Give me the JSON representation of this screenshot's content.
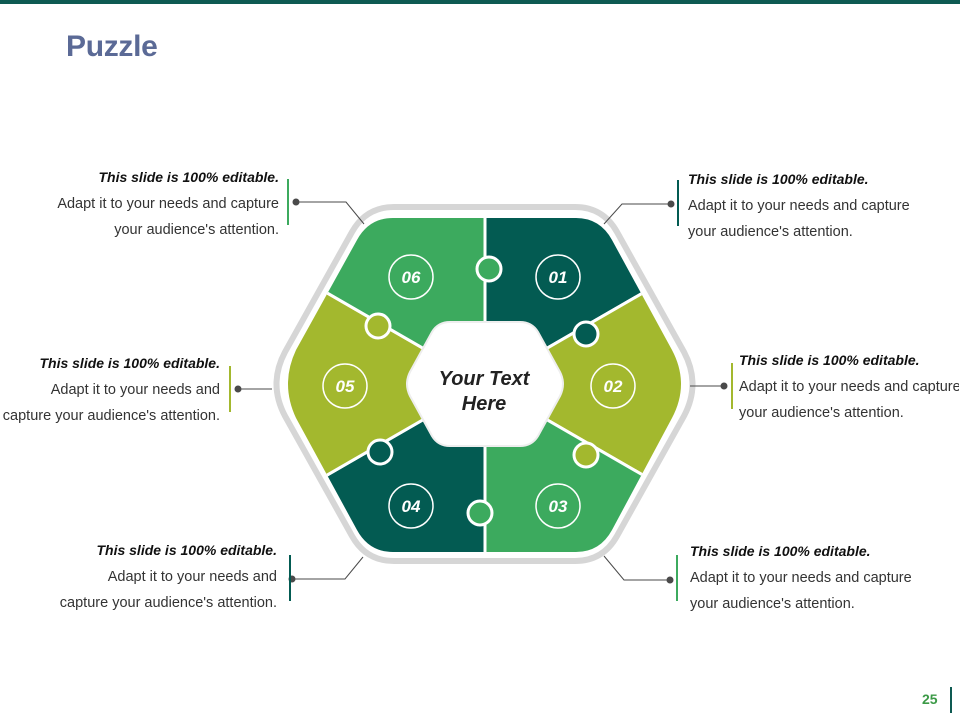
{
  "slide": {
    "title": "Puzzle",
    "page_number": "25"
  },
  "center": {
    "line1": "Your Text",
    "line2": "Here"
  },
  "colors": {
    "dark_teal": "#035b52",
    "green": "#3caa5e",
    "lime": "#a3b82e",
    "frame": "#d6d6d6",
    "accent": "#0e5a52"
  },
  "pieces": [
    {
      "number": "01",
      "color": "dark_teal"
    },
    {
      "number": "02",
      "color": "lime"
    },
    {
      "number": "03",
      "color": "green"
    },
    {
      "number": "04",
      "color": "dark_teal"
    },
    {
      "number": "05",
      "color": "lime"
    },
    {
      "number": "06",
      "color": "green"
    }
  ],
  "callouts": {
    "top_right": {
      "title": "This slide is 100% editable.",
      "line1": "Adapt it to your needs and capture",
      "line2": "your audience's attention."
    },
    "middle_right": {
      "title": "This slide is 100% editable.",
      "line1": "Adapt it to your needs and capture",
      "line2": "your audience's attention."
    },
    "bottom_right": {
      "title": "This slide is 100% editable.",
      "line1": "Adapt it to your needs and capture",
      "line2": "your audience's attention."
    },
    "top_left": {
      "title": "This slide is 100% editable.",
      "line1": "Adapt it to your needs and capture",
      "line2": "your audience's attention."
    },
    "middle_left": {
      "title": "This slide is 100% editable.",
      "line1": "Adapt it to your needs and",
      "line2": "capture your audience's attention."
    },
    "bottom_left": {
      "title": "This slide is 100% editable.",
      "line1": "Adapt it to your needs and",
      "line2": "capture your audience's attention."
    }
  }
}
